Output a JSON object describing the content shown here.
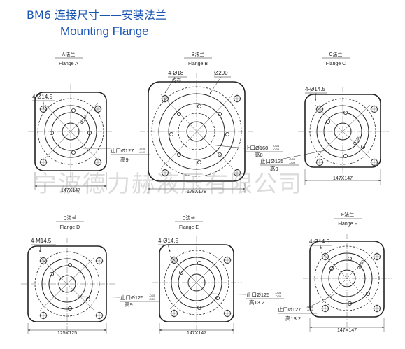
{
  "header": {
    "title_cn": "BM6 连接尺寸——安装法兰",
    "title_en": "Mounting  Flange"
  },
  "colors": {
    "title": "#1a55b0",
    "line": "#222222",
    "center_line": "#444444"
  },
  "watermark": "宁波德力赫液压有限公司",
  "flanges": {
    "a": {
      "cn": "A法兰",
      "en": "Flange A",
      "holes": "4-Ø14.5",
      "diameter": "Ø160",
      "spigot": "止口Ø127",
      "tol_upper": "-0.05",
      "tol_lower": "-0.09",
      "height": "高9",
      "size": "147X147"
    },
    "b": {
      "cn": "B法兰",
      "en": "Flange B",
      "holes": "4-Ø18",
      "holes_note": "均布",
      "pcd": "Ø200",
      "spigot": "止口Ø160",
      "tol_upper": "-0.04",
      "tol_lower": "-0.08",
      "height": "高8",
      "size": "178X178"
    },
    "c": {
      "cn": "C法兰",
      "en": "Flange C",
      "holes": "4-Ø14.5",
      "diameter": "Ø160",
      "spigot": "止口Ø125",
      "tol_upper": "-0.05",
      "tol_lower": "-0.09",
      "height": "高9",
      "size": "147X147"
    },
    "d": {
      "cn": "D法兰",
      "en": "Flange D",
      "holes": "4-M14.5",
      "spigot": "止口Ø125",
      "tol_upper": "-0.05",
      "tol_lower": "-0.09",
      "height": "高9",
      "size": "125X125"
    },
    "e": {
      "cn": "E法兰",
      "en": "Flange E",
      "holes": "4-Ø14.5",
      "spigot": "止口Ø125",
      "tol_upper": "-0.05",
      "tol_lower": "-0.09",
      "height": "高13.2",
      "size": "147X147"
    },
    "f": {
      "cn": "F法兰",
      "en": "Flange F",
      "holes": "4-Ø14.5",
      "diameter": "Ø160",
      "spigot": "止口Ø127",
      "tol_upper": "-0.05",
      "tol_lower": "-0.09",
      "height": "高13.2",
      "size": "147X147"
    }
  }
}
